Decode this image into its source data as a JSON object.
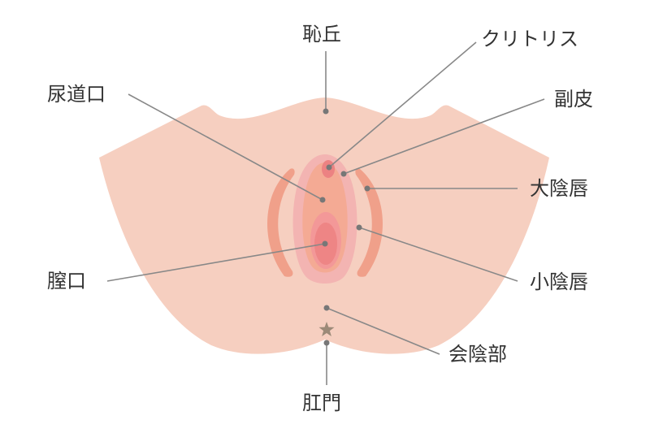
{
  "colors": {
    "skin": "#f6cfc0",
    "labia_majora": "#f0a08a",
    "labia_minora_outer": "#f3b4b2",
    "labia_minora_inner": "#f4aa94",
    "vestibule": "#f39898",
    "vaginal_opening": "#ee8585",
    "clitoris": "#ec8282",
    "leader_line": "#888888",
    "dot": "#777777",
    "anus_star": "#9c8a78",
    "label_text": "#333333"
  },
  "labels": {
    "mons_pubis": "恥丘",
    "clitoris": "クリトリス",
    "urethral_opening": "尿道口",
    "clitoral_hood": "副皮",
    "labia_majora": "大陰唇",
    "vaginal_opening": "膣口",
    "labia_minora": "小陰唇",
    "perineum": "会陰部",
    "anus": "肛門"
  },
  "icons": {
    "anus_marker": "star-icon"
  }
}
